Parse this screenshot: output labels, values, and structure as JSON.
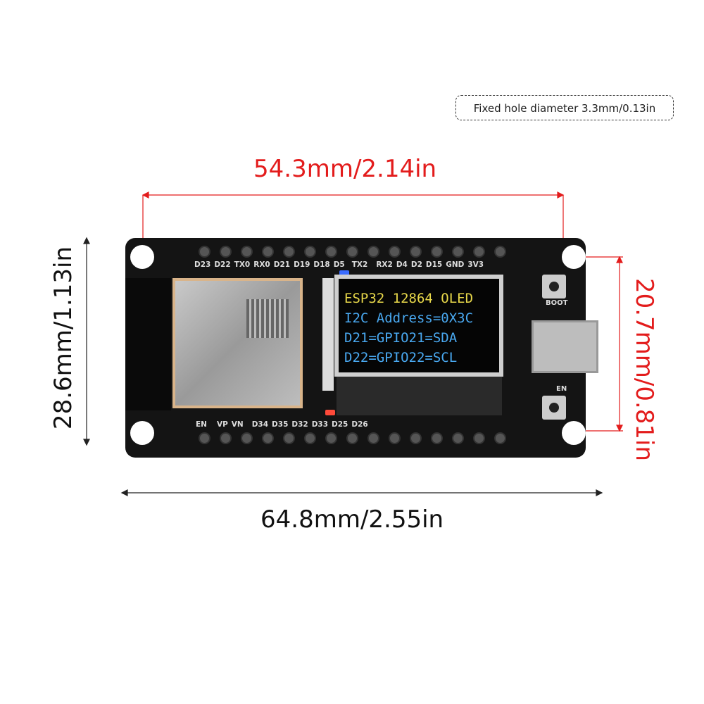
{
  "note": "Fixed hole diameter 3.3mm/0.13in",
  "dimensions": {
    "hole_spacing_width": "54.3mm/2.14in",
    "board_height": "28.6mm/1.13in",
    "hole_spacing_height": "20.7mm/0.81in",
    "board_width": "64.8mm/2.55in"
  },
  "colors": {
    "accent_red": "#e31c1c",
    "oled_yellow": "#e8d84a",
    "oled_blue": "#49a8f0"
  },
  "board": {
    "top_pins": [
      "D23",
      "D22",
      "TX0",
      "RX0",
      "D21",
      "D19",
      "D18",
      "D5",
      "TX2",
      "RX2",
      "D4",
      "D2",
      "D15",
      "GND",
      "3V3"
    ],
    "bottom_pins": [
      "EN",
      "VP",
      "VN",
      "D34",
      "D35",
      "D32",
      "D33",
      "D25",
      "D26"
    ],
    "boot_label": "BOOT",
    "en_label": "EN",
    "oled_lines": [
      "ESP32 12864 OLED",
      "I2C Address=0X3C",
      "D21=GPIO21=SDA",
      "D22=GPIO22=SCL"
    ]
  }
}
